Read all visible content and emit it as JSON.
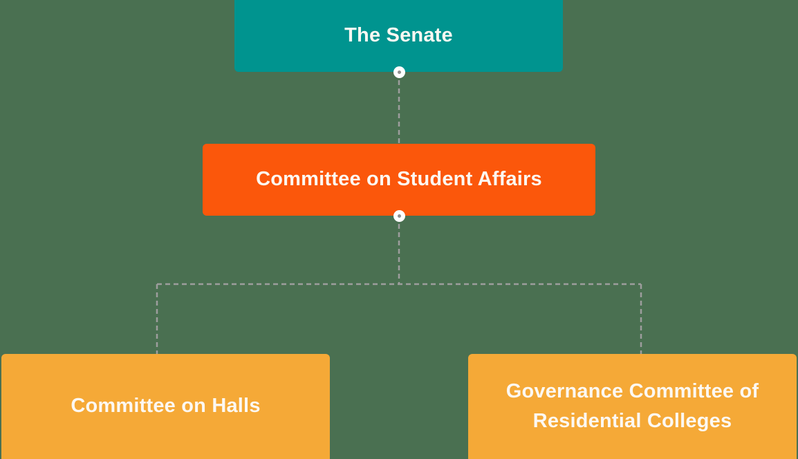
{
  "diagram": {
    "nodes": [
      {
        "id": "senate",
        "label": "The Senate",
        "color": "#00948F"
      },
      {
        "id": "student-affairs",
        "label": "Committee on Student Affairs",
        "color": "#FB570B"
      },
      {
        "id": "halls",
        "label": "Committee on Halls",
        "color": "#F5A937"
      },
      {
        "id": "governance",
        "label": "Governance Committee of Residential Colleges",
        "color": "#F5A937"
      }
    ],
    "edges": [
      {
        "from": "The Senate",
        "to": "Committee on Student Affairs"
      },
      {
        "from": "Committee on Student Affairs",
        "to": "Committee on Halls"
      },
      {
        "from": "Committee on Student Affairs",
        "to": "Governance Committee of Residential Colleges"
      }
    ],
    "colors": {
      "background": "#4A7051",
      "connector": "#9D9D9D",
      "text": "#FCF8F2",
      "handle_fill": "#FFFFFF",
      "handle_dot": "#8F8F8F"
    }
  }
}
